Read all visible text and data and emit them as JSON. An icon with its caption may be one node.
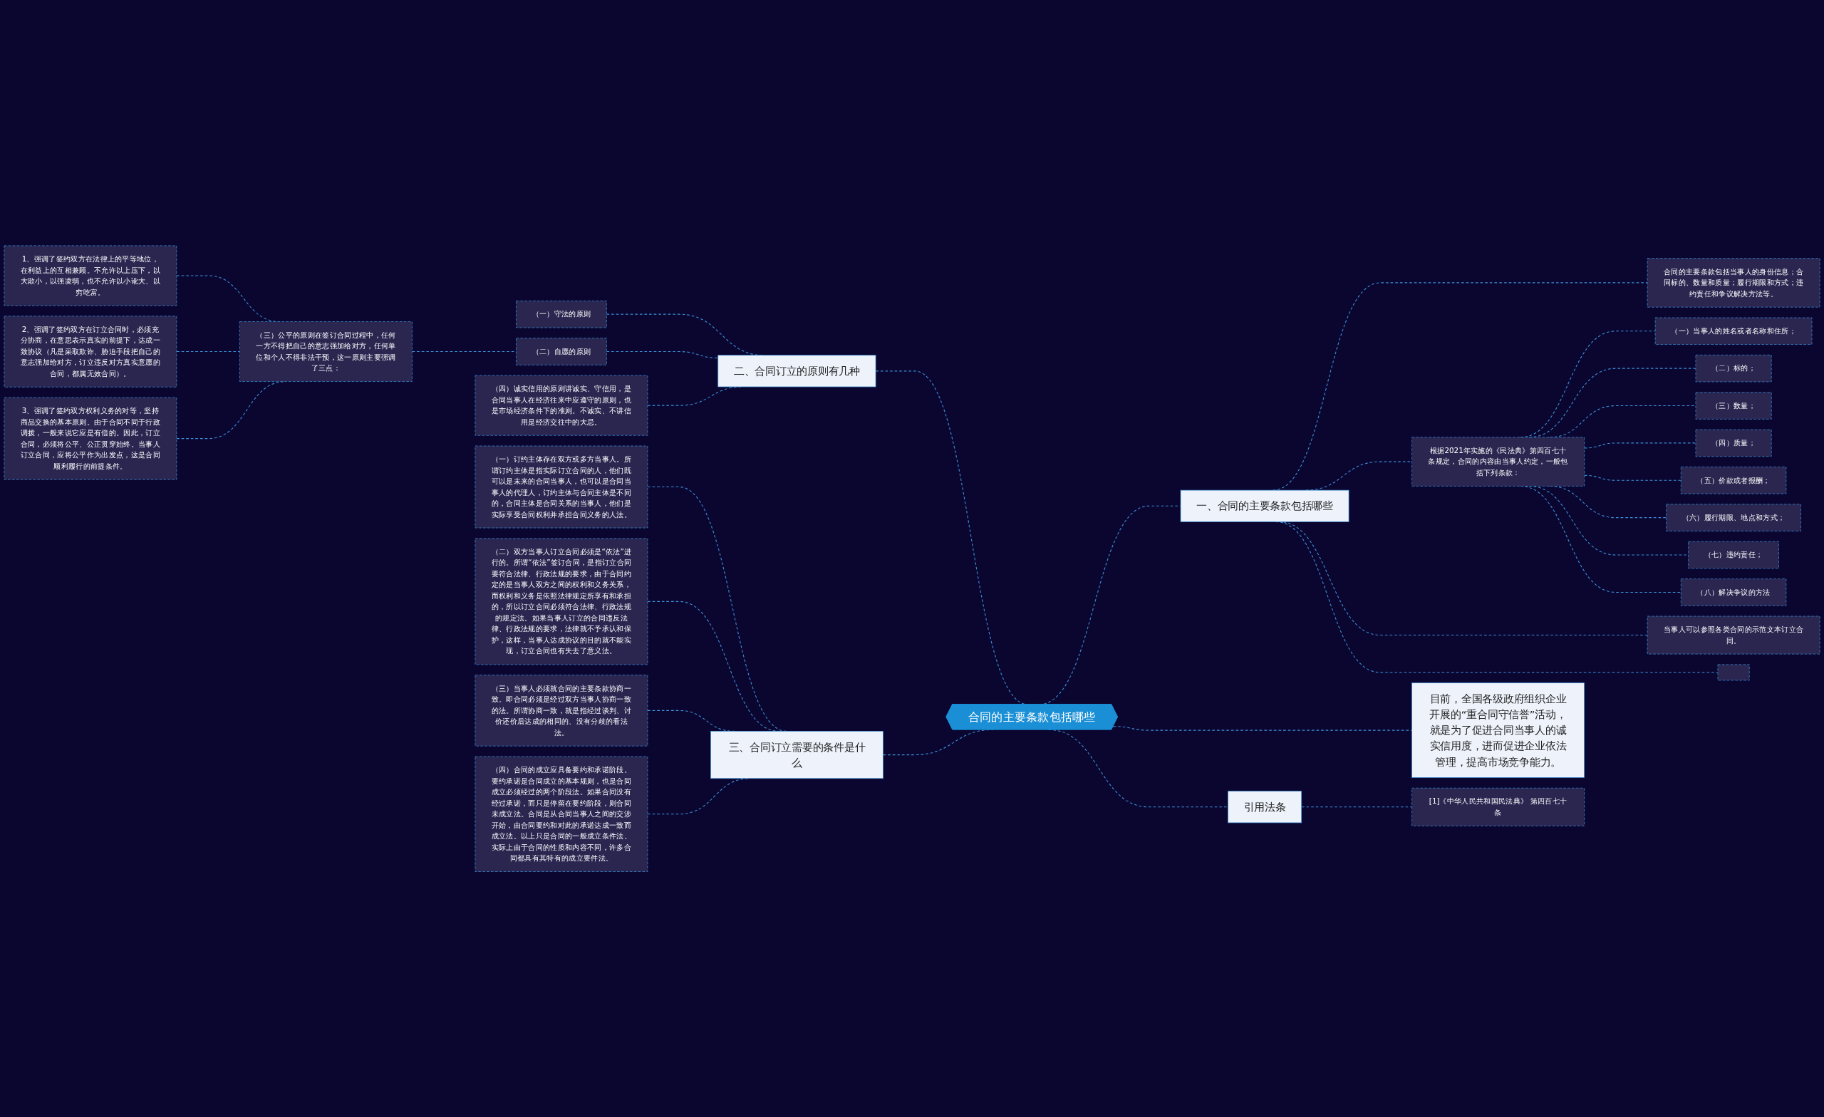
{
  "diagram": {
    "nodes": [
      {
        "text": [
          "合同的主要条款包括哪些"
        ]
      },
      {
        "text": [
          "二、合同订立的原则有几种"
        ]
      },
      {
        "text": [
          "（一）守法的原则"
        ]
      },
      {
        "text": [
          "（二）自愿的原则"
        ]
      },
      {
        "text": [
          "（三）公平的原则在签订合同过程中，任何一方不得把自己的意志强加给对方，任何单位和个人不得非法干预，这一原则主要强调了三点："
        ]
      },
      {
        "text": [
          "1、强调了签约双方在法律上的平等地位，在利益上的互相兼顾。不允许以上压下，以大欺小，以强凌弱，也不允许以小讹大、以穷吃富。"
        ]
      },
      {
        "text": [
          "2、强调了签约双方在订立合同时，必须充分协商，在意思表示真实的前提下，达成一致协议（凡是采取欺诈、胁迫手段把自己的意志强加给对方，订立违反对方真实意愿的合同，都属无效合同）。"
        ]
      },
      {
        "text": [
          "3、强调了签约双方权利义务的对等，坚持商品交换的基本原则。由于合同不同于行政调拨，一般来说它应是有偿的。因此，订立合同，必须将公平、公正贯穿始终。当事人订立合同，应将公平作为出发点，这是合同顺利履行的前提条件。"
        ]
      },
      {
        "text": [
          "（四）诚实信用的原则讲诚实、守信用，是合同当事人在经济往来中应遵守的原则，也是市场经济条件下的准则。不诚实、不讲信用是经济交往中的大忌。"
        ]
      },
      {
        "text": [
          "三、合同订立需要的条件是什么"
        ]
      },
      {
        "text": [
          "（一）订约主体存在双方或多方当事人。所谓订约主体是指实际订立合同的人，他们既可以是未来的合同当事人，也可以是合同当事人的代理人，订约主体与合同主体是不同的，合同主体是合同关系的当事人，他们是实际享受合同权利并承担合同义务的人法。"
        ]
      },
      {
        "text": [
          "（二）双方当事人订立合同必须是“依法”进行的。所谓“依法”签订合同，是指订立合同要符合法律、行政法规的要求，由于合同约定的是当事人双方之间的权利和义务关系，而权利和义务是依照法律规定所享有和承担的，所以订立合同必须符合法律、行政法规的规定法。如果当事人订立的合同违反法律、行政法规的要求，法律就不予承认和保护，这样，当事人达成协议的目的就不能实现，订立合同也有失去了意义法。"
        ]
      },
      {
        "text": [
          "（三）当事人必须就合同的主要条款协商一致。即合同必须是经过双方当事人协商一致的法。所谓协商一致，就是指经过谈判、讨价还价后达成的相同的、没有分歧的看法法。"
        ]
      },
      {
        "text": [
          "（四）合同的成立应具备要约和承诺阶段。要约承诺是合同成立的基本规则，也是合同成立必须经过的两个阶段法。如果合同没有经过承诺，而只是停留在要约阶段，则合同未成立法。合同是从合同当事人之间的交涉开始，由合同要约和对此的承诺达成一致而成立法。以上只是合同的一般成立条件法。实际上由于合同的性质和内容不同，许多合同都具有其特有的成立要件法。"
        ]
      },
      {
        "text": [
          "一、合同的主要条款包括哪些"
        ]
      },
      {
        "text": [
          "合同的主要条款包括当事人的身份信息；合同标的、数量和质量；履行期限和方式；违约责任和争议解决方法等。"
        ]
      },
      {
        "text": [
          "根据2021年实施的《民法典》第四百七十条规定，合同的内容由当事人约定，一般包括下列条款："
        ]
      },
      {
        "text": [
          "（一）当事人的姓名或者名称和住所；"
        ]
      },
      {
        "text": [
          "（二）标的；"
        ]
      },
      {
        "text": [
          "（三）数量；"
        ]
      },
      {
        "text": [
          "（四）质量；"
        ]
      },
      {
        "text": [
          "（五）价款或者报酬；"
        ]
      },
      {
        "text": [
          "（六）履行期限、地点和方式；"
        ]
      },
      {
        "text": [
          "（七）违约责任；"
        ]
      },
      {
        "text": [
          "（八）解决争议的方法"
        ]
      },
      {
        "text": [
          "当事人可以参照各类合同的示范文本订立合同。"
        ]
      },
      {
        "text": [],
        "shape": "box"
      },
      {
        "text": [
          "目前，全国各级政府组织企业开展的“重合同守信誉”活动，就是为了促进合同当事人的诚实信用度，进而促进企业依法管理，提高市场竞争能力。"
        ]
      },
      {
        "text": [
          "引用法条"
        ]
      },
      {
        "text": [
          "[1]《中华人民共和国民法典》 第四百七十条"
        ]
      }
    ],
    "edges": [
      {
        "from": 0,
        "to": 1,
        "arrow": "none",
        "style": "dashed"
      },
      {
        "from": 1,
        "to": 2,
        "arrow": "none",
        "style": "dashed"
      },
      {
        "from": 1,
        "to": 3,
        "arrow": "none",
        "style": "dashed"
      },
      {
        "from": 3,
        "to": 4,
        "arrow": "none",
        "style": "dashed"
      },
      {
        "from": 4,
        "to": 5,
        "arrow": "none",
        "style": "dashed"
      },
      {
        "from": 4,
        "to": 6,
        "arrow": "none",
        "style": "dashed"
      },
      {
        "from": 4,
        "to": 7,
        "arrow": "none",
        "style": "dashed"
      },
      {
        "from": 1,
        "to": 8,
        "arrow": "none",
        "style": "dashed"
      },
      {
        "from": 0,
        "to": 9,
        "arrow": "none",
        "style": "dashed"
      },
      {
        "from": 9,
        "to": 10,
        "arrow": "none",
        "style": "dashed"
      },
      {
        "from": 9,
        "to": 11,
        "arrow": "none",
        "style": "dashed"
      },
      {
        "from": 9,
        "to": 12,
        "arrow": "none",
        "style": "dashed"
      },
      {
        "from": 9,
        "to": 13,
        "arrow": "none",
        "style": "dashed"
      },
      {
        "from": 0,
        "to": 14,
        "arrow": "none",
        "style": "dashed"
      },
      {
        "from": 14,
        "to": 15,
        "arrow": "none",
        "style": "dashed"
      },
      {
        "from": 14,
        "to": 16,
        "arrow": "none",
        "style": "dashed"
      },
      {
        "from": 16,
        "to": 17,
        "arrow": "none",
        "style": "dashed"
      },
      {
        "from": 16,
        "to": 18,
        "arrow": "none",
        "style": "dashed"
      },
      {
        "from": 16,
        "to": 19,
        "arrow": "none",
        "style": "dashed"
      },
      {
        "from": 16,
        "to": 20,
        "arrow": "none",
        "style": "dashed"
      },
      {
        "from": 16,
        "to": 21,
        "arrow": "none",
        "style": "dashed"
      },
      {
        "from": 16,
        "to": 22,
        "arrow": "none",
        "style": "dashed"
      },
      {
        "from": 16,
        "to": 23,
        "arrow": "none",
        "style": "dashed"
      },
      {
        "from": 16,
        "to": 24,
        "arrow": "none",
        "style": "dashed"
      },
      {
        "from": 14,
        "to": 25,
        "arrow": "none",
        "style": "dashed"
      },
      {
        "from": 14,
        "to": 26,
        "arrow": "none",
        "style": "dashed"
      },
      {
        "from": 0,
        "to": 27,
        "arrow": "none",
        "style": "dashed"
      },
      {
        "from": 0,
        "to": 28,
        "arrow": "none",
        "style": "dashed"
      },
      {
        "from": 28,
        "to": 29,
        "arrow": "none",
        "style": "dashed"
      }
    ]
  }
}
